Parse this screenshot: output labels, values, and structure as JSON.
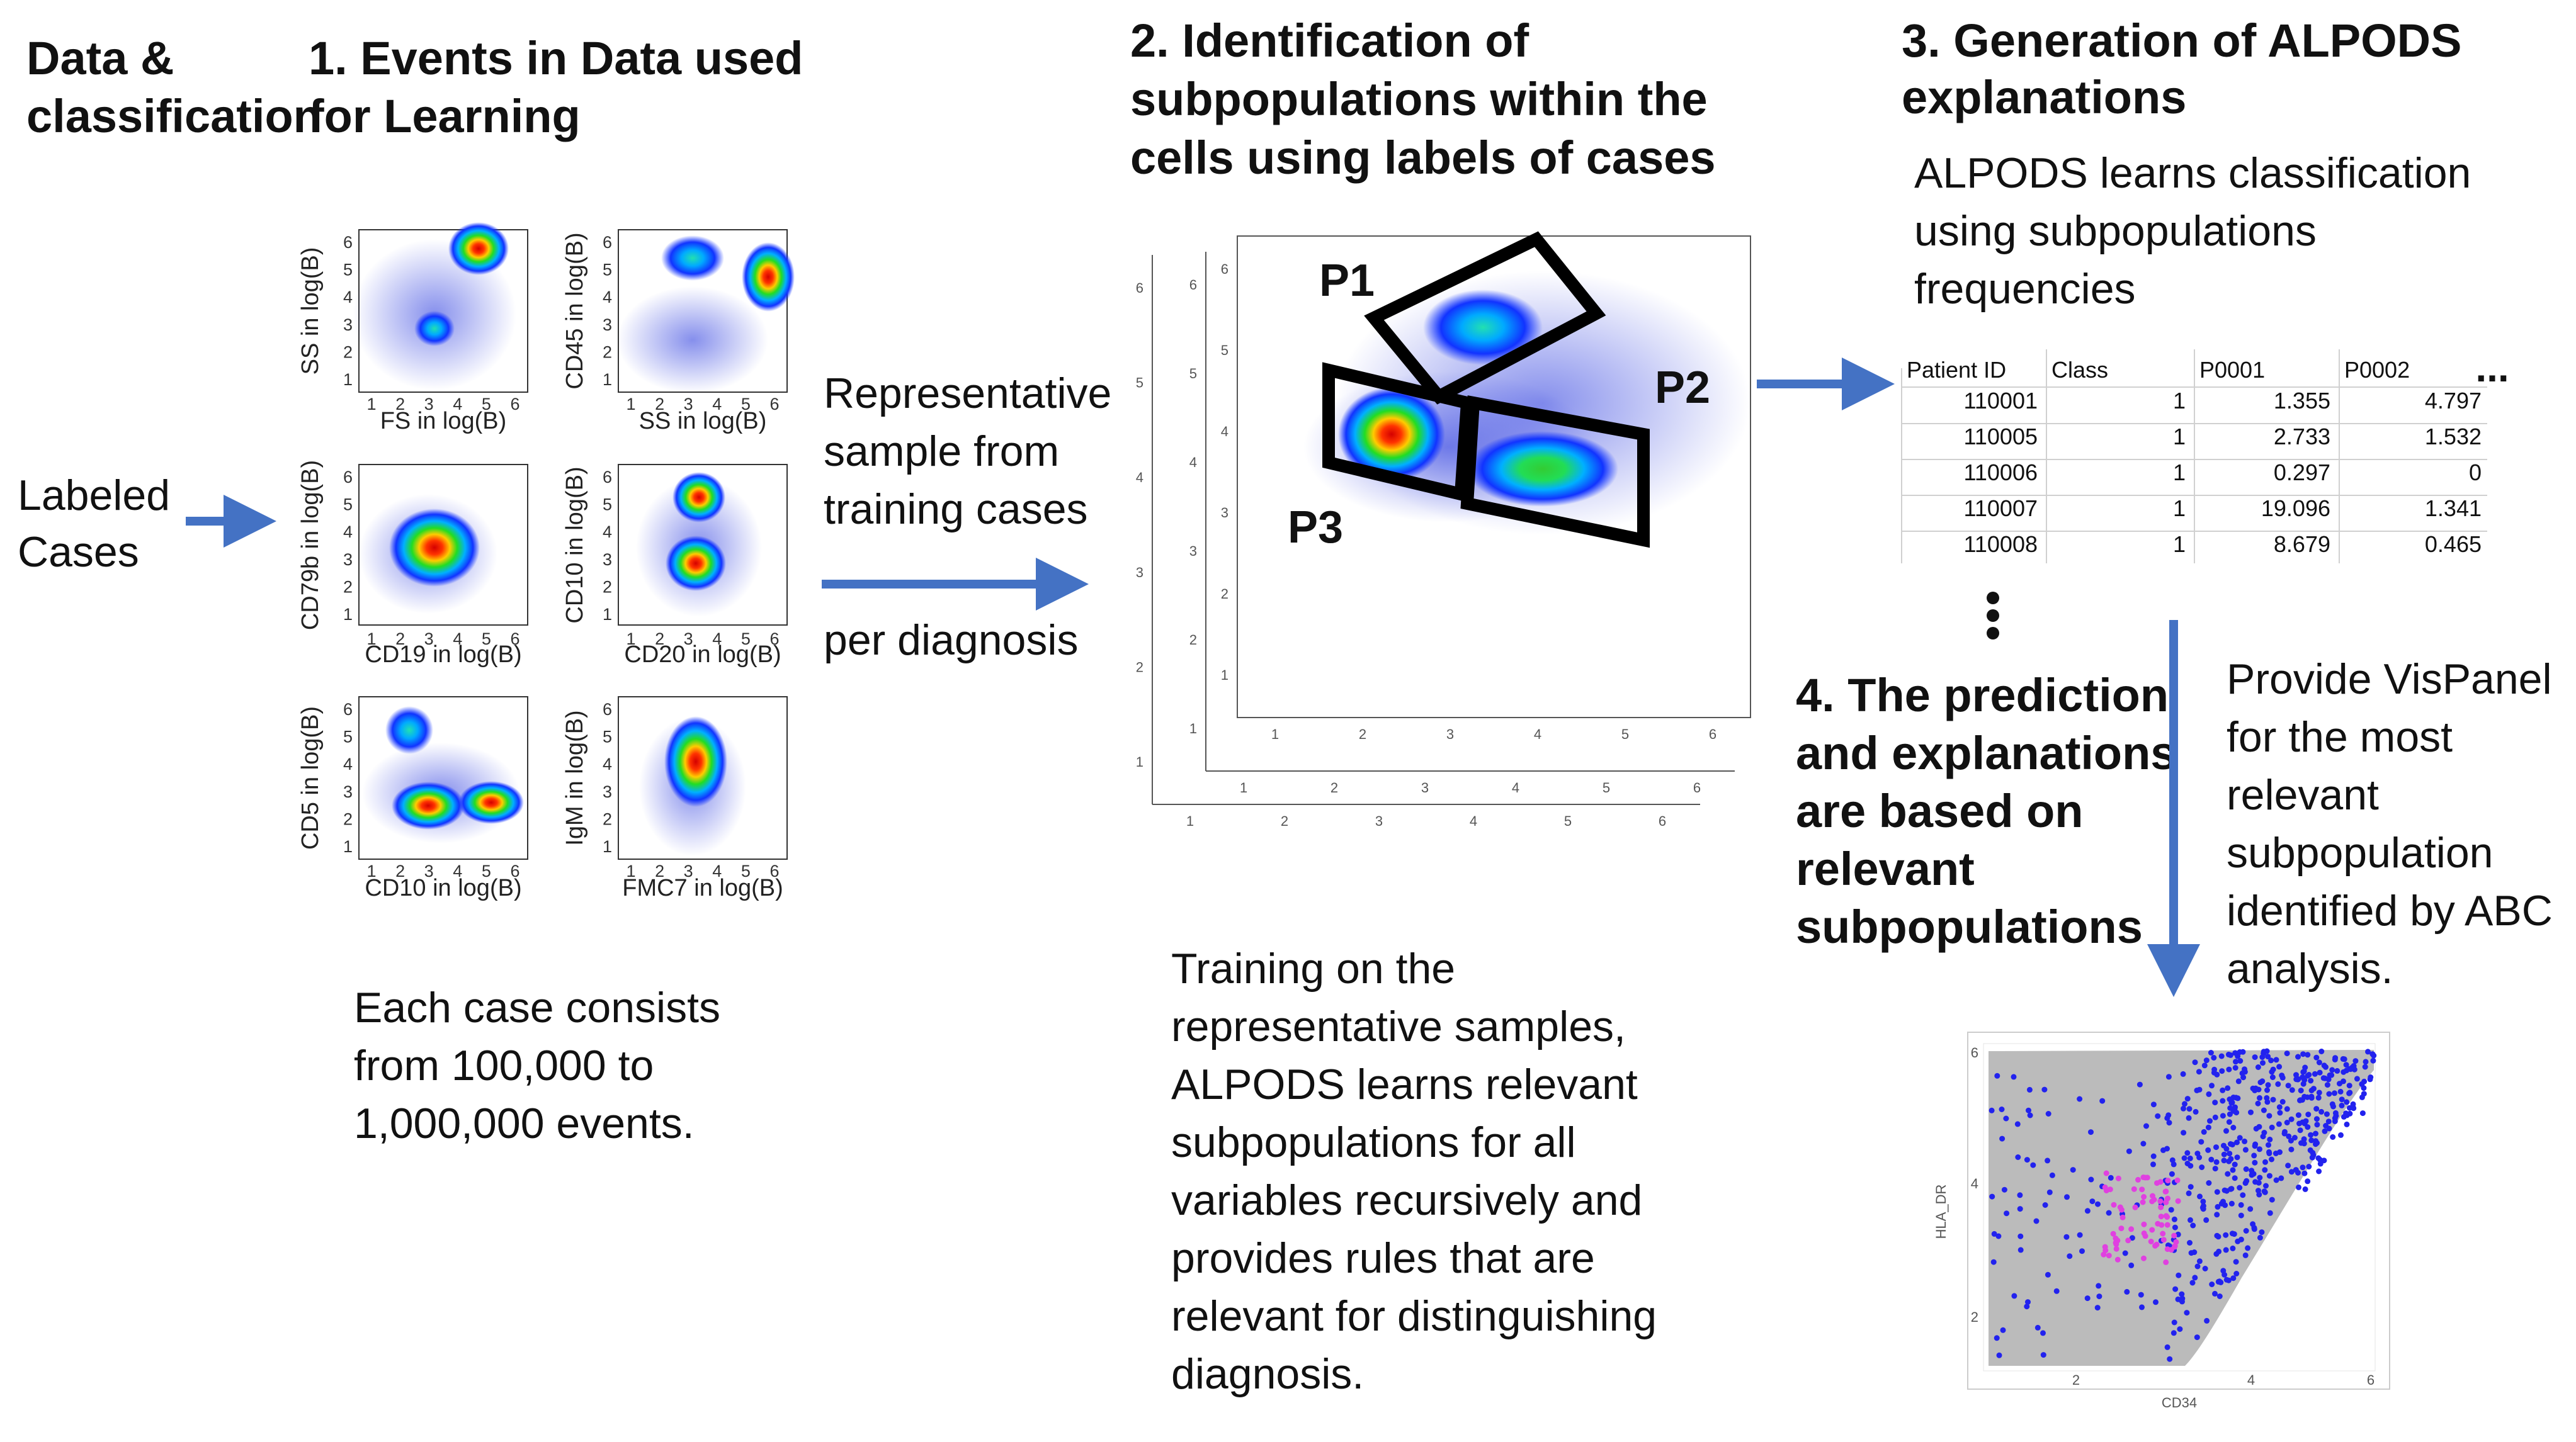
{
  "headers": {
    "data_classification": [
      "Data &",
      "classification"
    ],
    "step1": [
      "1. Events in Data used",
      "for Learning"
    ],
    "step2": [
      "2. Identification of",
      "subpopulations within the",
      "cells using labels of cases"
    ],
    "step3": [
      "3. Generation of ALPODS",
      "explanations"
    ],
    "step4": [
      "4. The prediction",
      "and explanations",
      "are based on",
      "relevant",
      "subpopulations"
    ]
  },
  "texts": {
    "labeled_cases": [
      "Labeled",
      "Cases"
    ],
    "representative": [
      "Representative",
      "sample from",
      "training cases"
    ],
    "per_diagnosis": "per diagnosis",
    "alpods_learns": [
      "ALPODS learns classification",
      "using subpopulations",
      "frequencies"
    ],
    "each_case": [
      "Each case consists",
      "from 100,000 to",
      "1,000,000 events."
    ],
    "training": [
      "Training on the",
      "representative samples,",
      "ALPODS learns relevant",
      "subpopulations for all",
      "variables recursively and",
      "provides rules that are",
      "relevant for distinguishing",
      "diagnosis."
    ],
    "vispanel": [
      "Provide VisPanel",
      "for the most",
      "relevant",
      "subpopulation",
      "identified by ABC",
      "analysis."
    ]
  },
  "scatter_plots": [
    {
      "xlabel": "FS in log(B)",
      "ylabel": "SS in log(B)"
    },
    {
      "xlabel": "SS in log(B)",
      "ylabel": "CD45 in log(B)"
    },
    {
      "xlabel": "CD19 in log(B)",
      "ylabel": "CD79b in log(B)"
    },
    {
      "xlabel": "CD20 in log(B)",
      "ylabel": "CD10 in log(B)"
    },
    {
      "xlabel": "CD10 in log(B)",
      "ylabel": "CD5 in log(B)"
    },
    {
      "xlabel": "FMC7 in log(B)",
      "ylabel": "IgM in log(B)"
    }
  ],
  "tick_labels": [
    "1",
    "2",
    "3",
    "4",
    "5",
    "6"
  ],
  "gates": [
    "P1",
    "P2",
    "P3"
  ],
  "table": {
    "headers": [
      "Patient ID",
      "Class",
      "P0001",
      "P0002"
    ],
    "more": "...",
    "rows": [
      [
        "110001",
        "1",
        "1.355",
        "4.797"
      ],
      [
        "110005",
        "1",
        "2.733",
        "1.532"
      ],
      [
        "110006",
        "1",
        "0.297",
        "0"
      ],
      [
        "110007",
        "1",
        "19.096",
        "1.341"
      ],
      [
        "110008",
        "1",
        "8.679",
        "0.465"
      ]
    ]
  },
  "vis_plot": {
    "xlabel": "CD34",
    "ylabel": "HLA_DR",
    "xticks": [
      "2",
      "4",
      "6"
    ],
    "yticks": [
      "2",
      "4",
      "6"
    ]
  },
  "colors": {
    "arrow": "#4472C4",
    "highlight_points": "#2222EE",
    "background_points": "#BBBBBB",
    "relevant_points": "#E040E0"
  }
}
